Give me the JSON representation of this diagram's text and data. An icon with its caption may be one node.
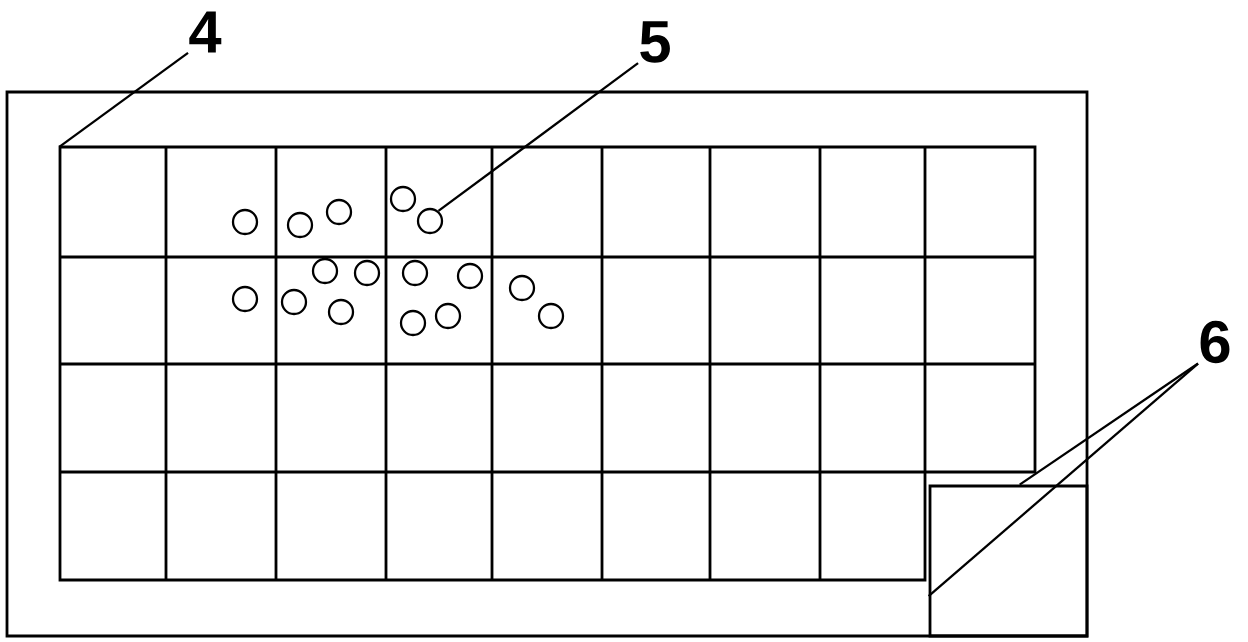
{
  "diagram": {
    "nodes": [
      {
        "text": [],
        "shape": "box"
      },
      {
        "text": [],
        "shape": "grid",
        "in": 0
      },
      {
        "text": [],
        "shape": "circle",
        "in": 1
      },
      {
        "text": [],
        "shape": "box",
        "in": 0
      },
      {
        "text": [
          "4"
        ]
      },
      {
        "text": [
          "5"
        ]
      },
      {
        "text": [
          "6"
        ]
      }
    ],
    "edges": [
      {
        "from": 4,
        "to": 1,
        "arrow": "none"
      },
      {
        "from": 5,
        "to": 2,
        "arrow": "none"
      },
      {
        "from": 6,
        "to": 3,
        "arrow": "none"
      },
      {
        "from": 6,
        "to": 3,
        "arrow": "none"
      }
    ]
  }
}
